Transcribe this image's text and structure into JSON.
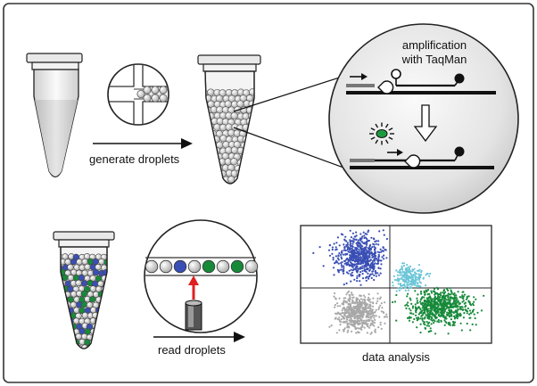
{
  "labels": {
    "generate": "generate droplets",
    "amplification_line1": "amplification",
    "amplification_line2": "with TaqMan",
    "read": "read droplets",
    "analysis": "data analysis"
  },
  "colors": {
    "frame": "#333333",
    "blue": "#3a4fb5",
    "cyan": "#6cc6d8",
    "green": "#178a3a",
    "gray": "#a8a8a8",
    "probe_green": "#1e9a3e",
    "laser_red": "#e02020"
  },
  "chart_data": {
    "type": "scatter",
    "title": "",
    "xlabel": "",
    "ylabel": "",
    "quadrants": 4,
    "series": [
      {
        "color": "#3a4fb5",
        "quadrant": "top-left"
      },
      {
        "color": "#6cc6d8",
        "quadrant": "top-right"
      },
      {
        "color": "#178a3a",
        "quadrant": "bottom-right"
      },
      {
        "color": "#a8a8a8",
        "quadrant": "bottom-left"
      }
    ]
  }
}
